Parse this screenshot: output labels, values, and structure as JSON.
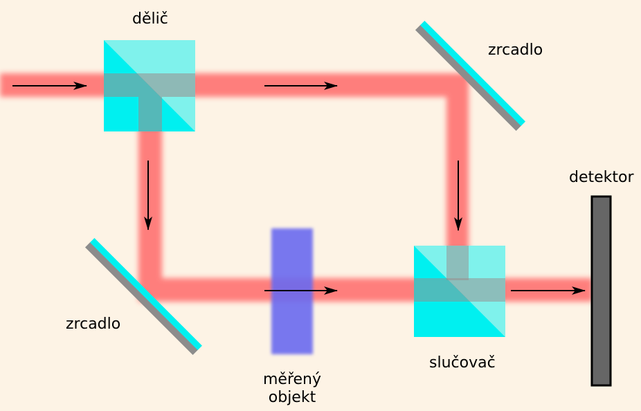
{
  "labels": {
    "splitter": "dělič",
    "mirror_top": "zrcadlo",
    "mirror_bottom": "zrcadlo",
    "object_line1": "měřený",
    "object_line2": "objekt",
    "combiner": "slučovač",
    "detector": "detektor"
  },
  "colors": {
    "background": "#fdf3e5",
    "beam": "#ff6b6b",
    "optic_cyan": "#00f0f0",
    "optic_light": "#7ff2ec",
    "mirror_gray": "#8c8c8c",
    "object_blue": "#6a6af0",
    "detector_gray": "#666666"
  }
}
